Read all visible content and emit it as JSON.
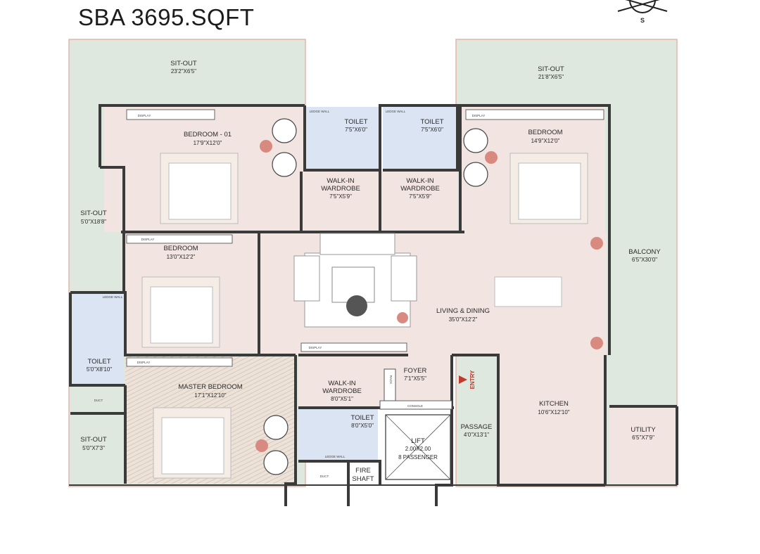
{
  "title": "SBA 3695.SQFT",
  "compass": {
    "south_label": "S"
  },
  "rooms": [
    {
      "id": "sitout-top-left",
      "name": "SIT-OUT",
      "dim": "23'2\"X6'5\""
    },
    {
      "id": "sitout-top-right",
      "name": "SIT-OUT",
      "dim": "21'8\"X6'5\""
    },
    {
      "id": "bedroom-01",
      "name": "BEDROOM - 01",
      "dim": "17'9\"X12'0\""
    },
    {
      "id": "toilet-1",
      "name": "TOILET",
      "dim": "7'5\"X6'0\""
    },
    {
      "id": "toilet-2",
      "name": "TOILET",
      "dim": "7'5\"X6'0\""
    },
    {
      "id": "bedroom-right",
      "name": "BEDROOM",
      "dim": "14'9\"X12'0\""
    },
    {
      "id": "walkin-1",
      "name": "WALK-IN",
      "name2": "WARDROBE",
      "dim": "7'5\"X5'9\""
    },
    {
      "id": "walkin-2",
      "name": "WALK-IN",
      "name2": "WARDROBE",
      "dim": "7'5\"X5'9\""
    },
    {
      "id": "sitout-left",
      "name": "SIT-OUT",
      "dim": "5'0\"X18'8\""
    },
    {
      "id": "bedroom-mid",
      "name": "BEDROOM",
      "dim": "13'0\"X12'2\""
    },
    {
      "id": "balcony",
      "name": "BALCONY",
      "dim": "6'5\"X30'0\""
    },
    {
      "id": "living",
      "name": "LIVING & DINING",
      "dim": "35'0\"X12'2\""
    },
    {
      "id": "toilet-left",
      "name": "TOILET",
      "dim": "5'0\"X8'10\""
    },
    {
      "id": "master",
      "name": "MASTER BEDROOM",
      "dim": "17'1\"X12'10\""
    },
    {
      "id": "walkin-3",
      "name": "WALK-IN",
      "name2": "WARDROBE",
      "dim": "8'0\"X5'1\""
    },
    {
      "id": "foyer",
      "name": "FOYER",
      "dim": "7'1\"X5'5\""
    },
    {
      "id": "kitchen",
      "name": "KITCHEN",
      "dim": "10'6\"X12'10\""
    },
    {
      "id": "toilet-master",
      "name": "TOILET",
      "dim": "8'0\"X5'0\""
    },
    {
      "id": "lift",
      "name": "LIFT",
      "dim": "2.00X2.00",
      "extra": "8 PASSENGER"
    },
    {
      "id": "passage",
      "name": "PASSAGE",
      "dim": "4'0\"X13'1\""
    },
    {
      "id": "utility",
      "name": "UTILITY",
      "dim": "6'5\"X7'9\""
    },
    {
      "id": "sitout-bottom-left",
      "name": "SIT-OUT",
      "dim": "5'0\"X7'3\""
    },
    {
      "id": "fire-shaft",
      "name": "FIRE",
      "name2": "SHAFT"
    }
  ],
  "small_labels": {
    "display": "DISPLAY",
    "ledge_wall": "LEDGE WALL",
    "duct": "DUCT",
    "rack": "RACK",
    "console": "CONSOLE",
    "entry": "ENTRY"
  },
  "colors": {
    "sitout": "#dfe8df",
    "bedroom": "#f2e4e0",
    "toilet": "#dbe4f2",
    "wall": "#3a3a3a",
    "wood": "#e6dcd3",
    "entry_red": "#c0392b"
  }
}
